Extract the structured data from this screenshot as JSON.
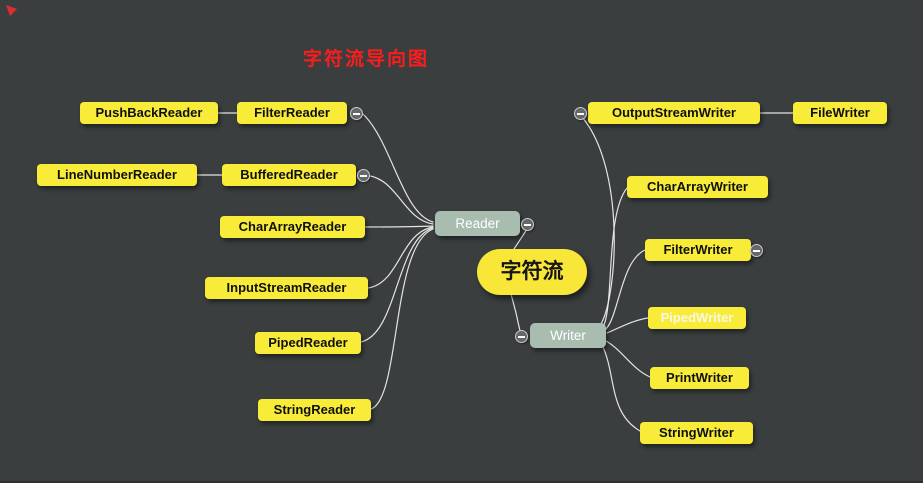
{
  "title": "字符流导向图",
  "center": {
    "label": "字符流"
  },
  "hubs": {
    "reader": {
      "label": "Reader"
    },
    "writer": {
      "label": "Writer"
    }
  },
  "left_nodes": [
    {
      "label": "PushBackReader"
    },
    {
      "label": "FilterReader"
    },
    {
      "label": "LineNumberReader"
    },
    {
      "label": "BufferedReader"
    },
    {
      "label": "CharArrayReader"
    },
    {
      "label": "InputStreamReader"
    },
    {
      "label": "PipedReader"
    },
    {
      "label": "StringReader"
    }
  ],
  "right_nodes": [
    {
      "label": "OutputStreamWriter"
    },
    {
      "label": "FileWriter"
    },
    {
      "label": "CharArrayWriter"
    },
    {
      "label": "FilterWriter"
    },
    {
      "label": "PipedWriter"
    },
    {
      "label": "PrintWriter"
    },
    {
      "label": "StringWriter"
    }
  ],
  "colors": {
    "background": "#3a3e3e",
    "node_yellow": "#f8ec39",
    "hub_green": "#a8bcb0",
    "title_red": "#fb1d1d",
    "connector": "#ededed"
  }
}
